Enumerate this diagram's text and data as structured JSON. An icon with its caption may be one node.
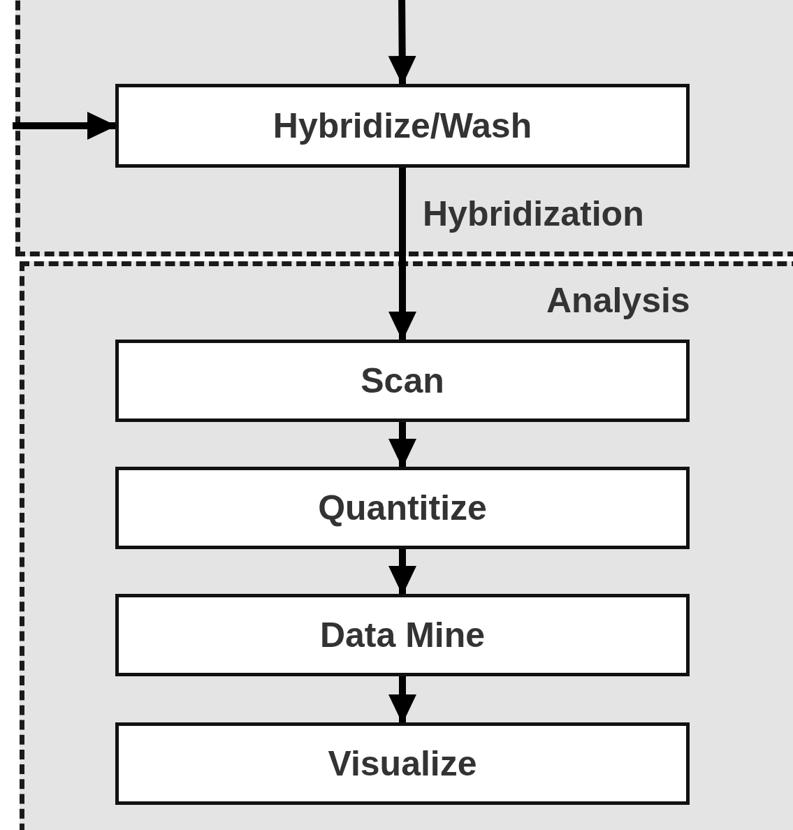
{
  "diagram": {
    "nodes": [
      {
        "text": [
          "Hybridization"
        ]
      },
      {
        "text": [
          "Analysis"
        ]
      },
      {
        "text": [
          "Hybridize/Wash"
        ],
        "in": 0
      },
      {
        "text": [
          "Scan"
        ],
        "in": 1
      },
      {
        "text": [
          "Quantitize"
        ],
        "in": 1
      },
      {
        "text": [
          "Data Mine"
        ],
        "in": 1
      },
      {
        "text": [
          "Visualize"
        ],
        "in": 1
      }
    ],
    "edges": [
      {
        "from": null,
        "to": 2,
        "arrow": "to"
      },
      {
        "from": null,
        "to": 2,
        "arrow": "to"
      },
      {
        "from": 2,
        "to": 3,
        "arrow": "to"
      },
      {
        "from": 3,
        "to": 4,
        "arrow": "to"
      },
      {
        "from": 4,
        "to": 5,
        "arrow": "to"
      },
      {
        "from": 5,
        "to": 6,
        "arrow": "to"
      }
    ]
  }
}
